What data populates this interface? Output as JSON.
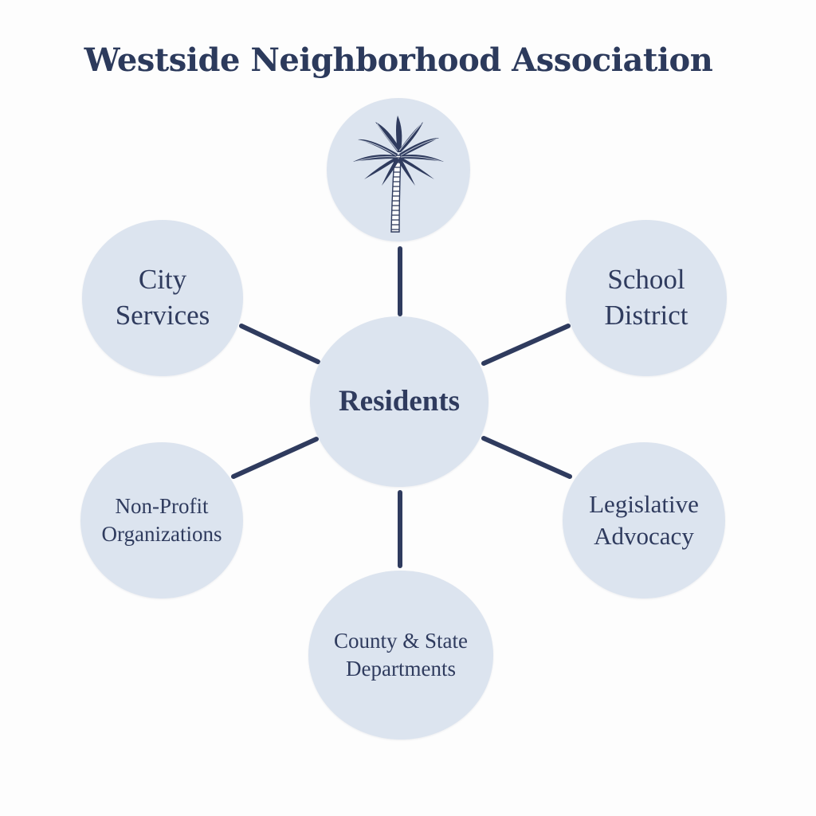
{
  "title": "Westside Neighborhood Association",
  "center": {
    "label": "Residents"
  },
  "top_node": {
    "icon": "palm-tree-icon"
  },
  "nodes": {
    "city_services": {
      "line1": "City",
      "line2": "Services"
    },
    "school_district": {
      "line1": "School",
      "line2": "District"
    },
    "non_profit": {
      "line1": "Non-Profit",
      "line2": "Organizations"
    },
    "legislative": {
      "line1": "Legislative",
      "line2": "Advocacy"
    },
    "county_state": {
      "line1": "County & State",
      "line2": "Departments"
    }
  },
  "colors": {
    "node_fill": "#dce4ef",
    "text": "#2f3b5e",
    "connector": "#2f3b5e",
    "background": "#fdfdfd"
  }
}
